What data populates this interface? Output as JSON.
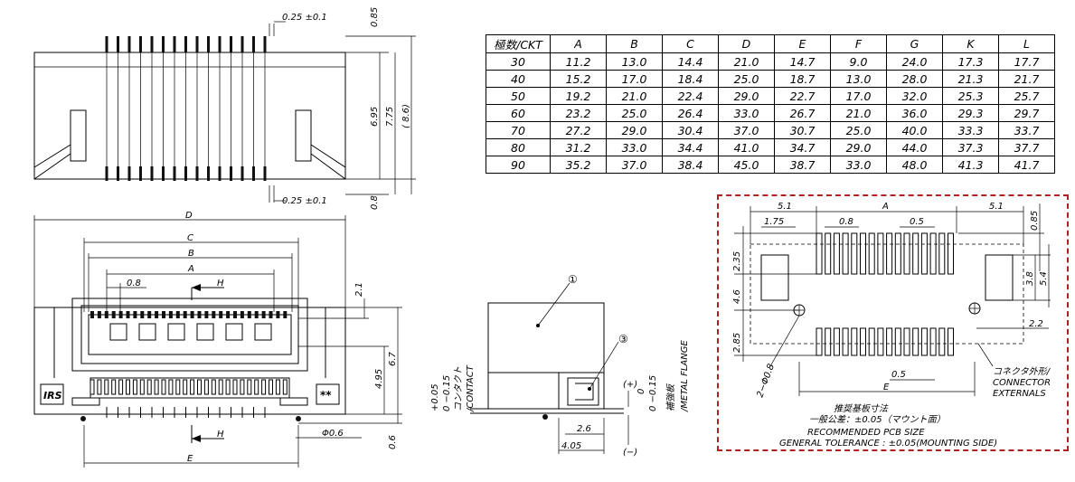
{
  "top_view": {
    "dim_pitch_top": "0.25 ±0.1",
    "dim_pitch_bottom": "0.25 ±0.1",
    "dim_085": "0.85",
    "dim_08": "0.8",
    "dim_695": "6.95",
    "dim_775": "7.75",
    "dim_86": "( 8.6)"
  },
  "front_view": {
    "label_d": "D",
    "label_c": "C",
    "label_b": "B",
    "label_a": "A",
    "pitch": "0.8",
    "label_h_top": "H",
    "label_h_bottom": "H",
    "label_e": "E",
    "dim_21": "2.1",
    "dim_495": "4.95",
    "dim_67": "6.7",
    "dim_06": "0.6",
    "dim_phi06": "Φ0.6",
    "marking_left": "IRS",
    "marking_right": "**"
  },
  "side_view": {
    "callout_1": "①",
    "callout_3": "③",
    "contact_tol_plus": "+0.05",
    "contact_tol_minus": "0 −0.15",
    "contact_jp": "コンタクト",
    "contact_en": "/CONTACT",
    "flange_tol_zero": "0",
    "flange_tol_minus": "0 −0.15",
    "flange_jp": "補強板",
    "flange_en": "/METAL FLANGE",
    "sign_plus": "(+)",
    "sign_minus": "(−)",
    "dim_26": "2.6",
    "dim_405": "4.05"
  },
  "table": {
    "header": [
      "極数/CKT",
      "A",
      "B",
      "C",
      "D",
      "E",
      "F",
      "G",
      "K",
      "L"
    ],
    "rows": [
      [
        "30",
        "11.2",
        "13.0",
        "14.4",
        "21.0",
        "14.7",
        "9.0",
        "24.0",
        "17.3",
        "17.7"
      ],
      [
        "40",
        "15.2",
        "17.0",
        "18.4",
        "25.0",
        "18.7",
        "13.0",
        "28.0",
        "21.3",
        "21.7"
      ],
      [
        "50",
        "19.2",
        "21.0",
        "22.4",
        "29.0",
        "22.7",
        "17.0",
        "32.0",
        "25.3",
        "25.7"
      ],
      [
        "60",
        "23.2",
        "25.0",
        "26.4",
        "33.0",
        "26.7",
        "21.0",
        "36.0",
        "29.3",
        "29.7"
      ],
      [
        "70",
        "27.2",
        "29.0",
        "30.4",
        "37.0",
        "30.7",
        "25.0",
        "40.0",
        "33.3",
        "33.7"
      ],
      [
        "80",
        "31.2",
        "33.0",
        "34.4",
        "41.0",
        "34.7",
        "29.0",
        "44.0",
        "37.3",
        "37.7"
      ],
      [
        "90",
        "35.2",
        "37.0",
        "38.4",
        "45.0",
        "38.7",
        "33.0",
        "48.0",
        "41.3",
        "41.7"
      ]
    ]
  },
  "pcb": {
    "dim_51_left": "5.1",
    "dim_51_right": "5.1",
    "label_a": "A",
    "dim_175": "1.75",
    "dim_08": "0.8",
    "dim_05_top": "0.5",
    "dim_05_bottom": "0.5",
    "dim_085": "0.85",
    "dim_235": "2.35",
    "dim_46": "4.6",
    "dim_285": "2.85",
    "dim_38": "3.8",
    "dim_54": "5.4",
    "dim_22": "2.2",
    "hole_note": "2−Φ0.8",
    "label_e": "E",
    "connector_jp": "コネクタ外形/",
    "connector_en1": "CONNECTOR",
    "connector_en2": "EXTERNALS",
    "title_jp": "推奨基板寸法",
    "tolerance_jp": "一般公差：±0.05（マウント面）",
    "title_en": "RECOMMENDED PCB SIZE",
    "tolerance_en": "GENERAL TOLERANCE : ±0.05(MOUNTING SIDE)",
    "frame_color": "#b02020"
  }
}
